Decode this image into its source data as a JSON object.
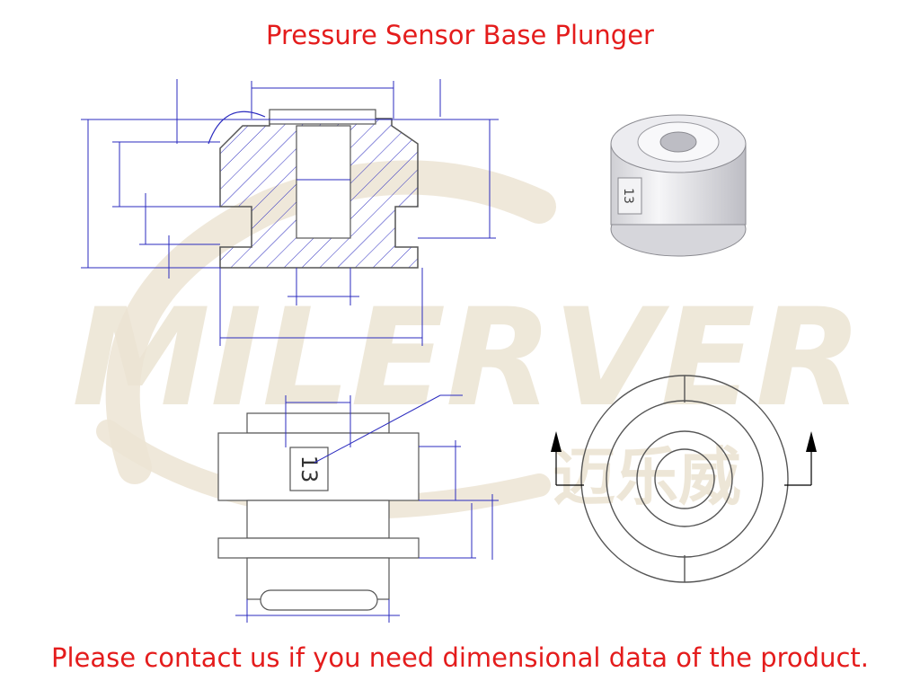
{
  "title": "Pressure Sensor Base Plunger",
  "footer": "Please contact us if you need dimensional data of the product.",
  "watermark": {
    "latin": "MILERVER",
    "chinese": "迈乐威"
  },
  "part_marking": "13",
  "colors": {
    "title": "#e41c1c",
    "dimension": "#2b2bbf",
    "outline": "#555555",
    "watermark": "#ece4d3",
    "accent": "#000000"
  }
}
